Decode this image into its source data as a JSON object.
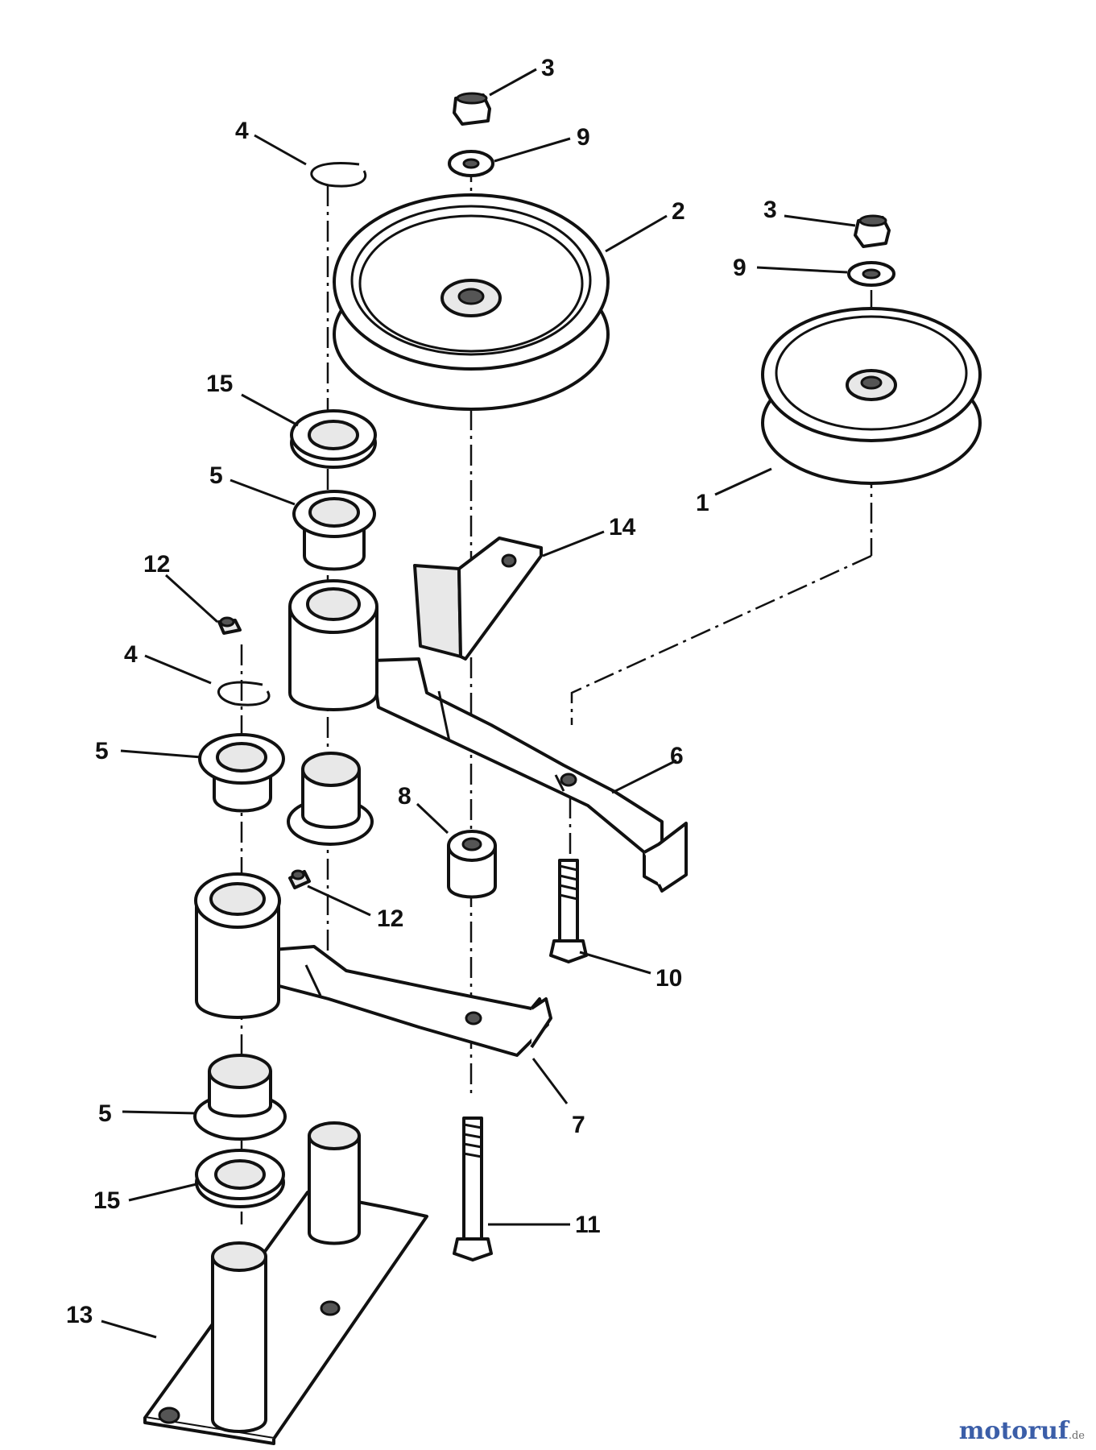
{
  "callouts": {
    "c3a": "3",
    "c9a": "9",
    "c4a": "4",
    "c2": "2",
    "c3b": "3",
    "c9b": "9",
    "c15a": "15",
    "c1": "1",
    "c5a": "5",
    "c14": "14",
    "c12a": "12",
    "c4b": "4",
    "c6": "6",
    "c5b": "5",
    "c8": "8",
    "c12b": "12",
    "c10": "10",
    "c7": "7",
    "c5c": "5",
    "c15b": "15",
    "c11": "11",
    "c13": "13"
  },
  "watermark": {
    "text": "motoruf",
    "tld": ".de"
  }
}
